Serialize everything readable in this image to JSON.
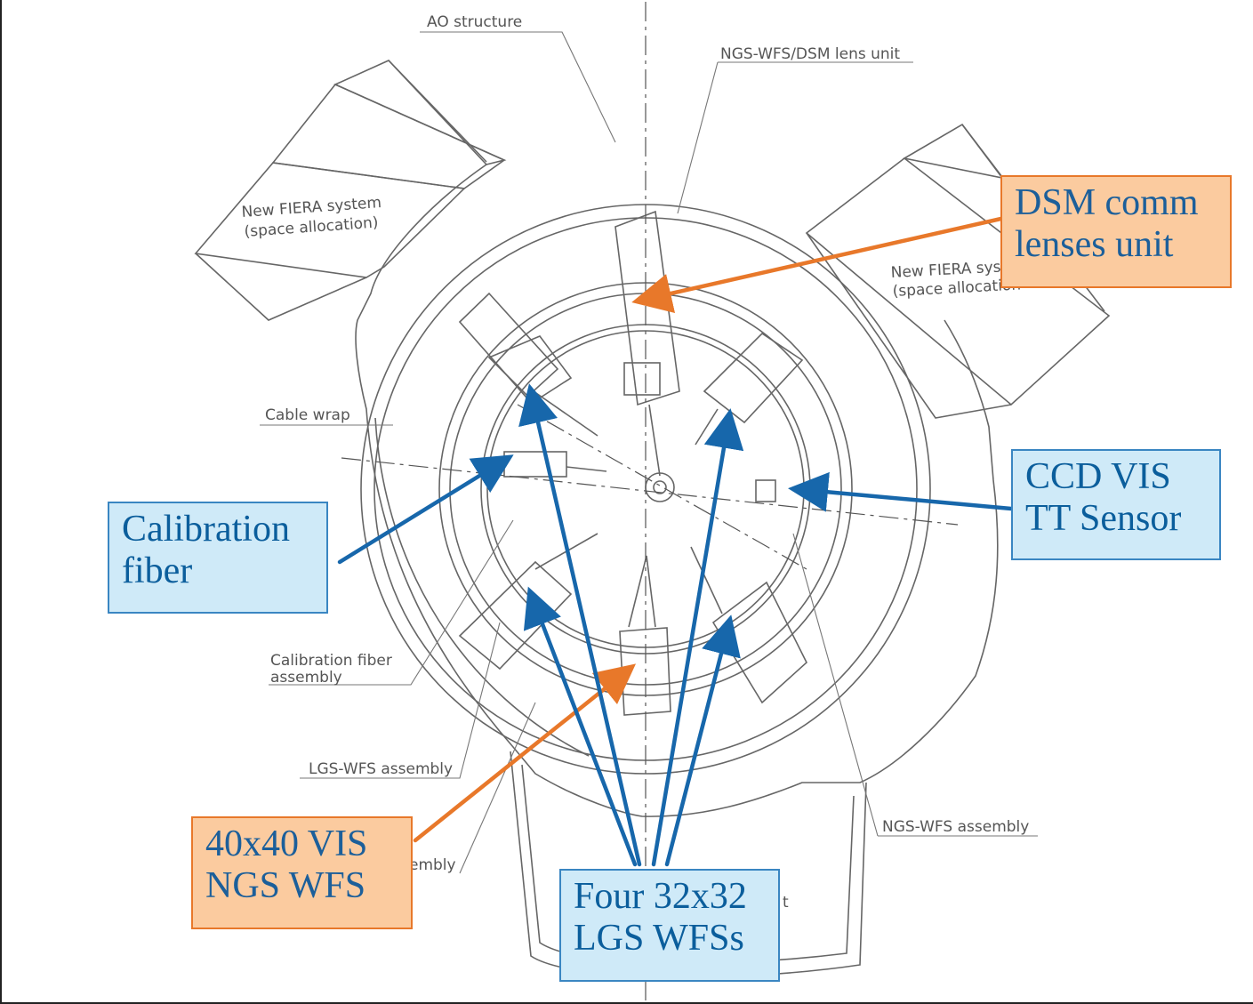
{
  "drawing_labels": {
    "ao_structure": "AO structure",
    "ngs_wfs_dsm_lens_unit": "NGS-WFS/DSM lens unit",
    "fiera_left_1": "New FIERA system",
    "fiera_left_2": "(space allocation)",
    "fiera_right_1": "New FIERA sys",
    "fiera_right_2": "(space allocation",
    "cable_wrap": "Cable wrap",
    "calibration_fiber_assembly_1": "Calibration fiber",
    "calibration_fiber_assembly_2": "assembly",
    "lgs_wfs_assembly": "LGS-WFS assembly",
    "partial_assembly": "embly",
    "ngs_wfs_assembly": "NGS-WFS assembly",
    "partial_t": "t"
  },
  "callouts": {
    "dsm": {
      "line1": "DSM comm",
      "line2": "lenses unit"
    },
    "ccd": {
      "line1": "CCD VIS",
      "line2": "TT Sensor"
    },
    "calibration": {
      "line1": "Calibration",
      "line2": "fiber"
    },
    "ngs": {
      "line1": "40x40 VIS",
      "line2": "NGS WFS"
    },
    "lgs": {
      "line1": "Four 32x32",
      "line2": "LGS WFSs"
    }
  },
  "colors": {
    "blue_arrow": "#1767ab",
    "orange_arrow": "#e8782a",
    "blue_box_fill": "#cfeaf8",
    "orange_box_fill": "#fbcb9f",
    "drawing_line": "#666666"
  }
}
